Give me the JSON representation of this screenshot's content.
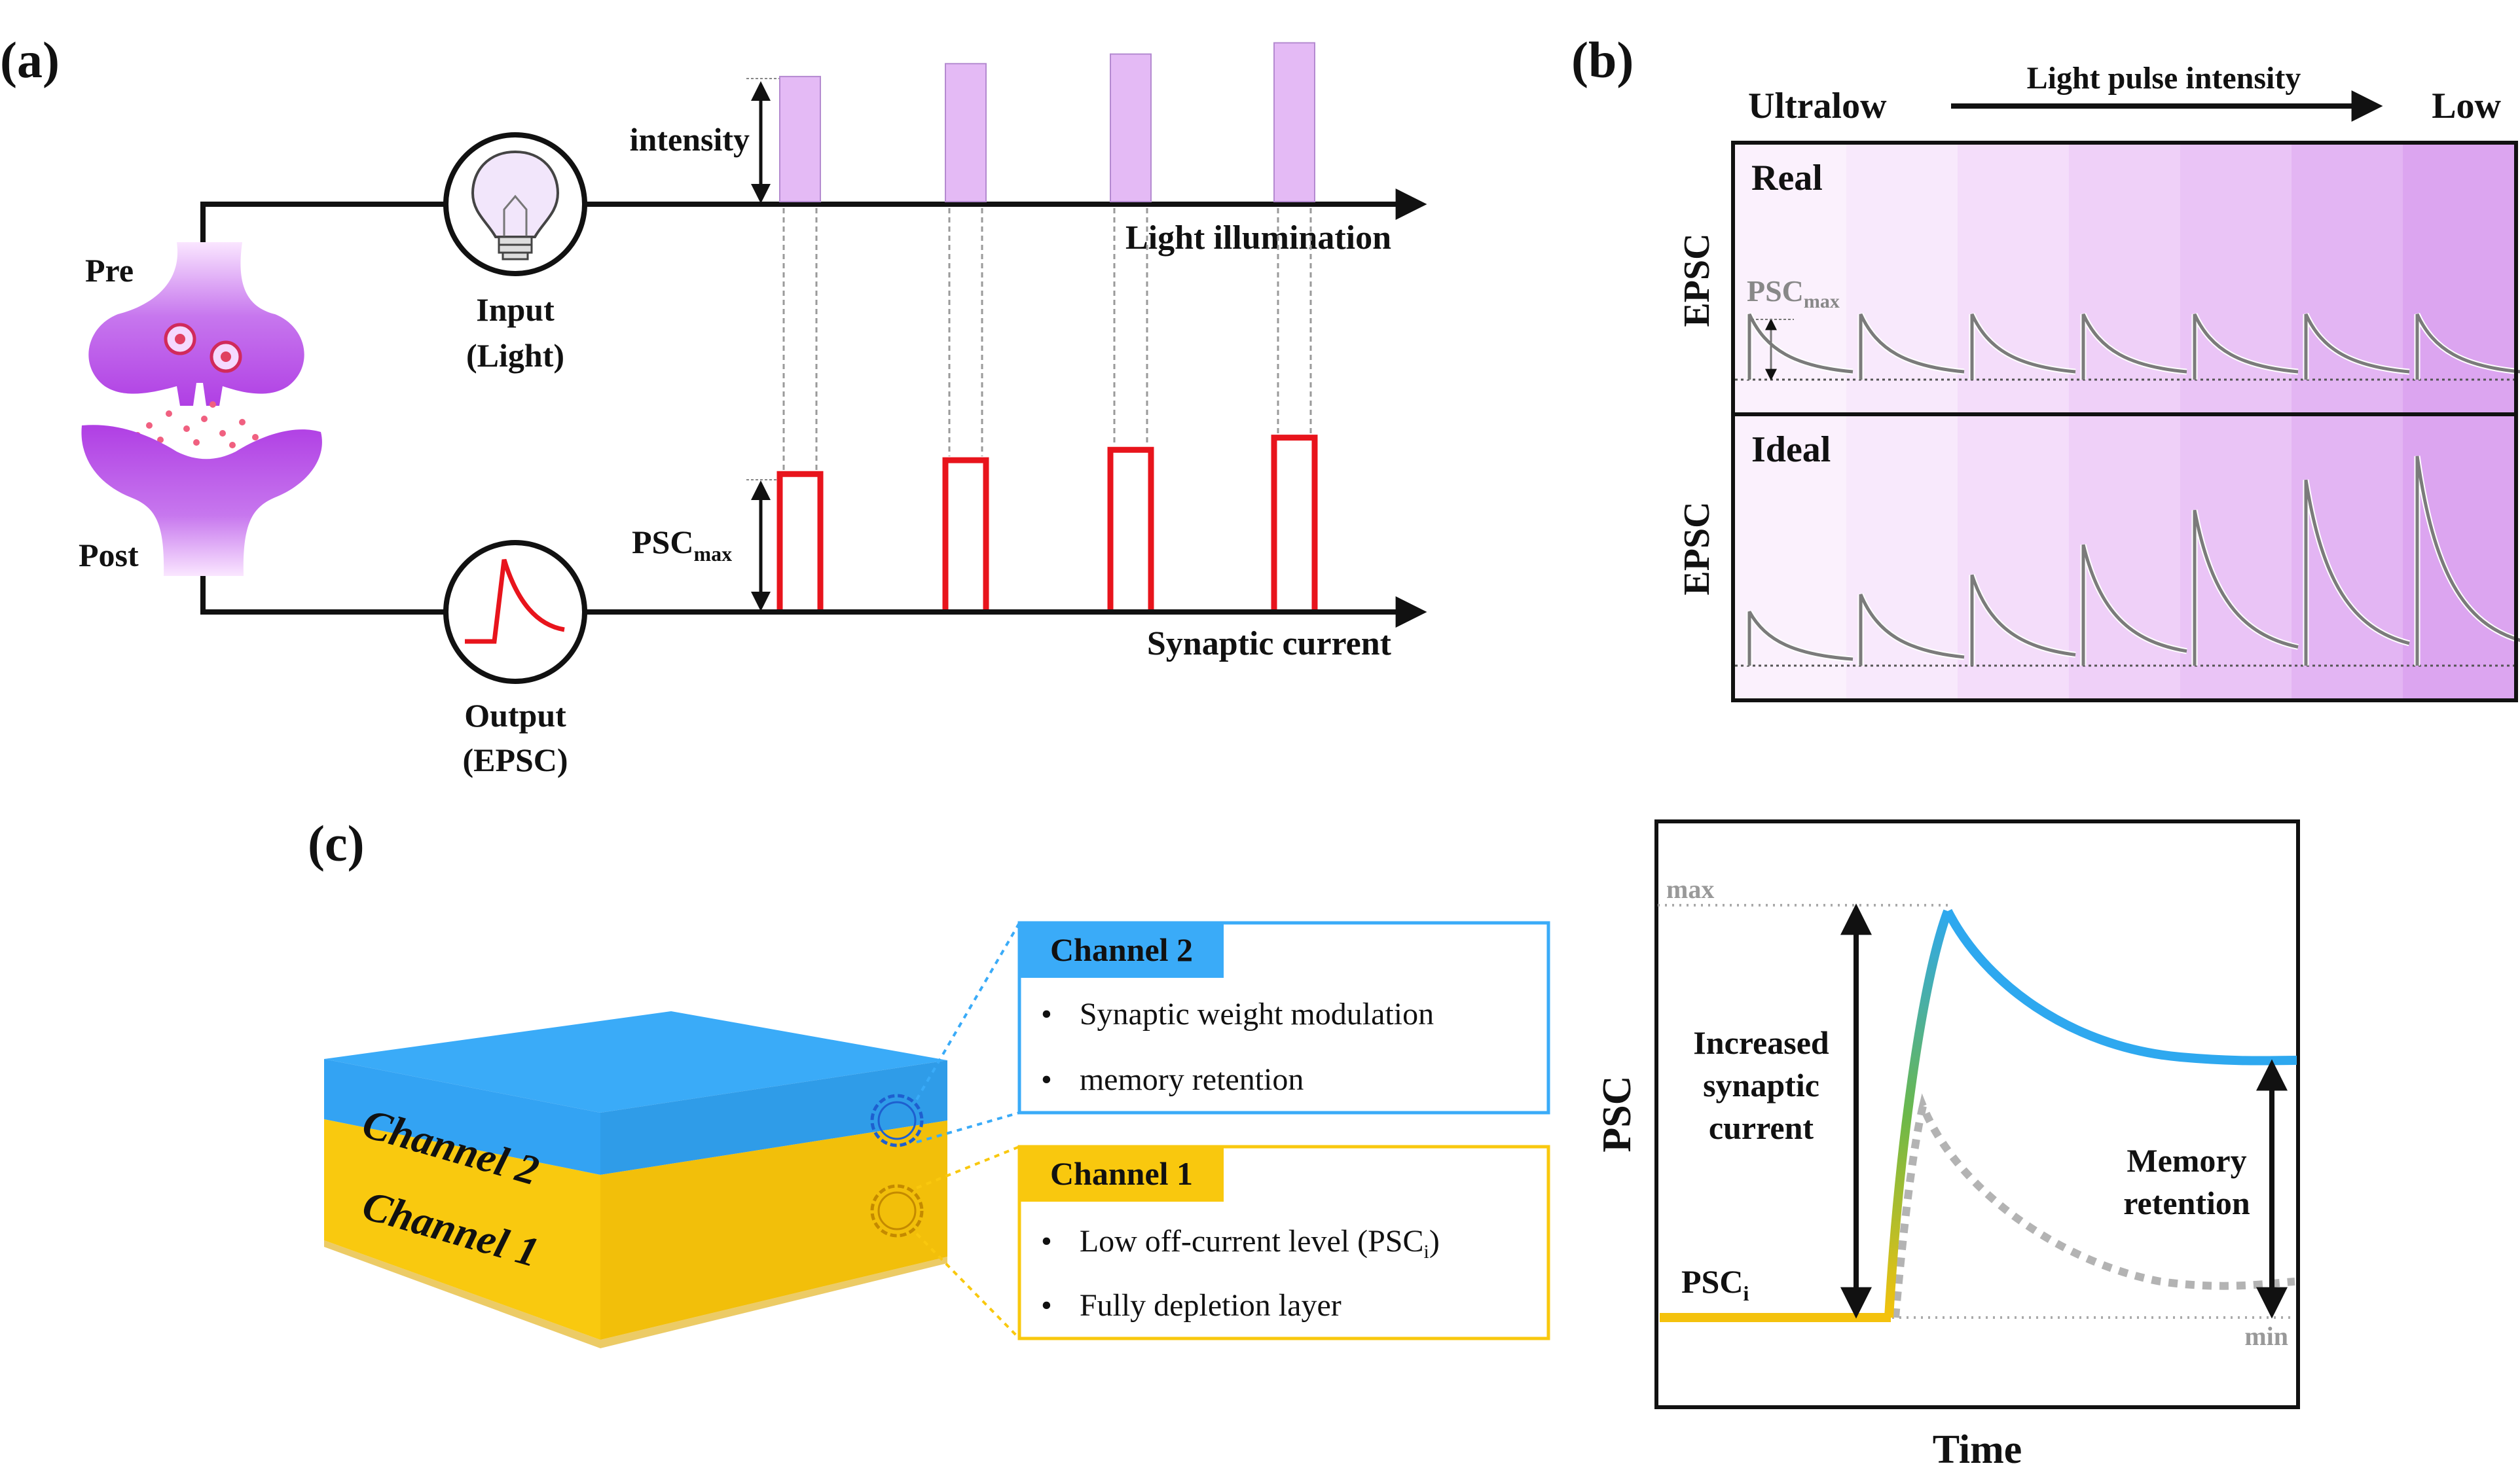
{
  "panel_a": {
    "label": "(a)",
    "pre": "Pre",
    "post": "Post",
    "input_line1": "Input",
    "input_line2": "(Light)",
    "output_line1": "Output",
    "output_line2": "(EPSC)",
    "intensity": "intensity",
    "light_axis": "Light illumination",
    "psc": "PSC",
    "psc_sub": "max",
    "current_axis": "Synaptic current",
    "pulse_levels": [
      0.78,
      0.86,
      0.92,
      0.99
    ],
    "colors": {
      "light_pulse": "#e4baf5",
      "current_pulse": "#e8141c",
      "synapse": "#a63de0"
    }
  },
  "panel_b": {
    "label": "(b)",
    "left_word": "Ultralow",
    "arrow_label": "Light pulse intensity",
    "right_word": "Low",
    "real_title": "Real",
    "ideal_title": "Ideal",
    "ylabel": "EPSC",
    "psc": "PSC",
    "psc_sub": "max",
    "real_peaks": [
      0.75,
      0.75,
      0.75,
      0.75,
      0.75,
      0.75,
      0.75
    ],
    "ideal_peaks": [
      0.25,
      0.33,
      0.42,
      0.56,
      0.72,
      0.86,
      0.97
    ]
  },
  "panel_c": {
    "label": "(c)",
    "layer_top": "Channel 2",
    "layer_bottom": "Channel 1",
    "box2_title": "Channel 2",
    "box2_items": [
      "Synaptic weight modulation",
      "memory retention"
    ],
    "box1_title": "Channel 1",
    "box1_item1_main": "Low off-current level (PSC",
    "box1_item1_sub": "i",
    "box1_item1_end": ")",
    "box1_item2": "Fully depletion layer",
    "colors": {
      "channel2": "#37a6f5",
      "channel1": "#f9c80e"
    }
  },
  "panel_c_plot": {
    "max_label": "max",
    "min_label": "min",
    "increase_line1": "Increased",
    "increase_line2": "synaptic",
    "increase_line3": "current",
    "retention_line1": "Memory",
    "retention_line2": "retention",
    "psci_main": "PSC",
    "psci_sub": "i",
    "ylabel": "PSC",
    "xlabel": "Time"
  }
}
